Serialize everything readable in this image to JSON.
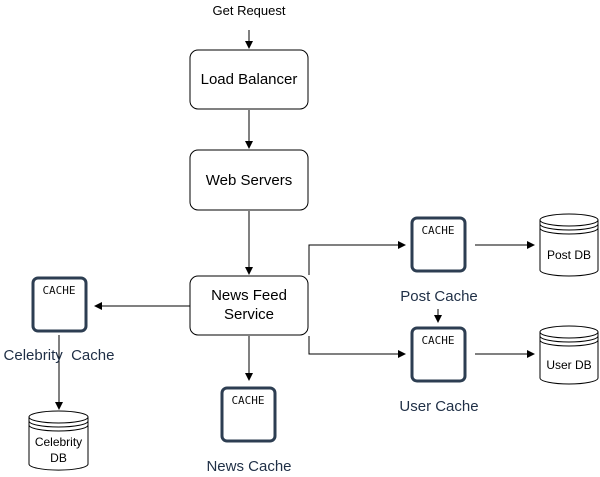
{
  "request_label": "Get Request",
  "services": {
    "load_balancer": "Load Balancer",
    "web_servers": "Web Servers",
    "news_feed_line1": "News Feed",
    "news_feed_line2": "Service"
  },
  "cache_icon_text": "CACHE",
  "caches": {
    "post": "Post Cache",
    "user": "User Cache",
    "celebrity": "Celebrity  Cache",
    "news": "News Cache"
  },
  "databases": {
    "post": "Post DB",
    "user": "User DB",
    "celebrity_line1": "Celebrity",
    "celebrity_line2": "DB"
  }
}
